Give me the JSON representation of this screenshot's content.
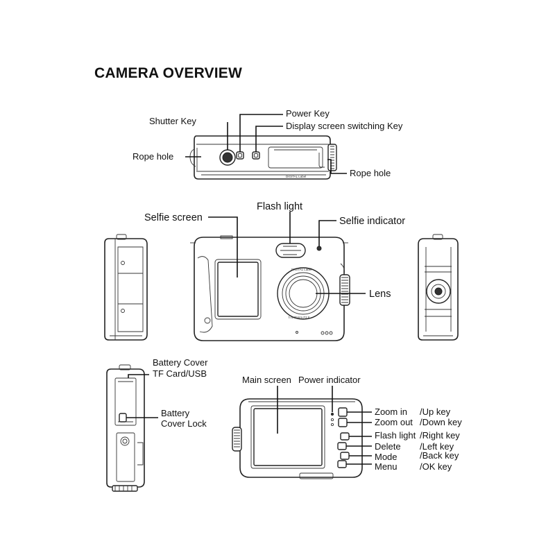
{
  "title": "CAMERA OVERVIEW",
  "top_view": {
    "shutter_key": "Shutter Key",
    "power_key": "Power Key",
    "display_switch_key": "Display screen switching Key",
    "rope_hole_left": "Rope hole",
    "rope_hole_right": "Rope hole",
    "body_mark": "DIGITAL Label"
  },
  "front_view": {
    "selfie_screen": "Selfie screen",
    "flash_light": "Flash light",
    "selfie_indicator": "Selfie indicator",
    "lens": "Lens",
    "lens_mark_top": "DIGITAL Label",
    "lens_mark_bottom": "f=4.76mm  F2.8"
  },
  "side_view": {
    "battery_cover": "Battery Cover",
    "tf_card_usb": "TF Card/USB",
    "battery_cover_lock_1": "Battery",
    "battery_cover_lock_2": "Cover Lock"
  },
  "back_view": {
    "main_screen": "Main screen",
    "power_indicator": "Power indicator",
    "keys": [
      {
        "name": "Zoom in",
        "alt": "/Up key"
      },
      {
        "name": "Zoom out",
        "alt": "/Down key"
      },
      {
        "name": "Flash light",
        "alt": "/Right key"
      },
      {
        "name": "Delete",
        "alt": "/Left key"
      },
      {
        "name": "Mode",
        "alt": "/Back key"
      },
      {
        "name": "Menu",
        "alt": "/OK key"
      }
    ]
  }
}
